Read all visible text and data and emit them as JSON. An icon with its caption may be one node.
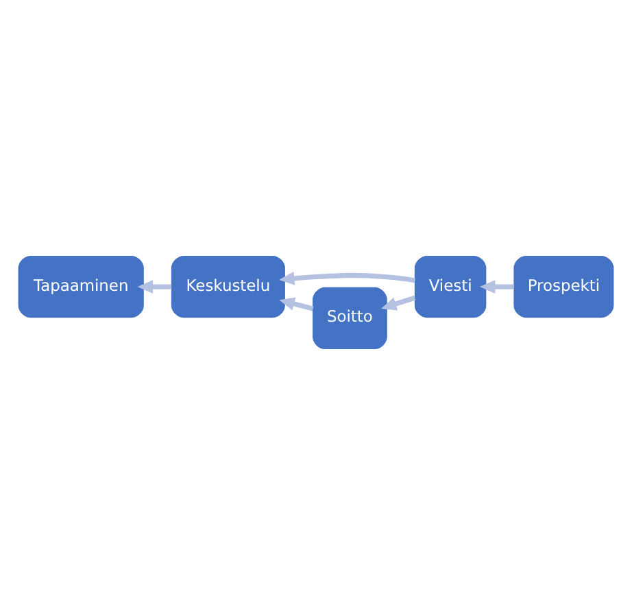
{
  "diagram": {
    "nodes": [
      {
        "text": [
          "Tapaaminen"
        ]
      },
      {
        "text": [
          "Keskustelu"
        ]
      },
      {
        "text": [
          "Viesti"
        ]
      },
      {
        "text": [
          "Prospekti"
        ]
      },
      {
        "text": [
          "Soitto"
        ]
      }
    ],
    "edges": [
      {
        "from": 3,
        "to": 2,
        "arrow": "to"
      },
      {
        "from": 2,
        "to": 1,
        "arrow": "to"
      },
      {
        "from": 1,
        "to": 0,
        "arrow": "to"
      },
      {
        "from": 2,
        "to": 4,
        "arrow": "to"
      },
      {
        "from": 4,
        "to": 1,
        "arrow": "to"
      }
    ]
  }
}
